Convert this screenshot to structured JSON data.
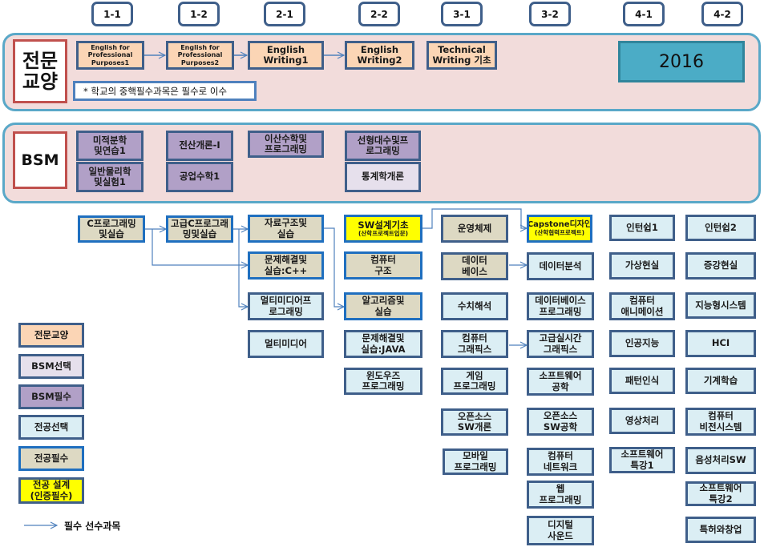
{
  "semesters": [
    "1-1",
    "1-2",
    "2-1",
    "2-2",
    "3-1",
    "3-2",
    "4-1",
    "4-2"
  ],
  "general_band": {
    "label": "전문\n교양",
    "courses": [
      {
        "line1": "English for",
        "line2": "Professional",
        "line3": "Purposes1"
      },
      {
        "line1": "English for",
        "line2": "Professional",
        "line3": "Purposes2"
      },
      {
        "line1": "English",
        "line2": "Writing1"
      },
      {
        "line1": "English",
        "line2": "Writing2"
      },
      {
        "line1": "Technical",
        "line2": "Writing 기초"
      }
    ],
    "note": "* 학교의 중핵필수과목은 필수로 이수",
    "year": "2016"
  },
  "bsm_band": {
    "label": "BSM",
    "courses": [
      {
        "line1": "미적분학",
        "line2": "및연습1",
        "type": "BSM필수"
      },
      {
        "line1": "일반물리학",
        "line2": "및실험1",
        "type": "BSM필수"
      },
      {
        "line1": "전산개론-I",
        "line2": "",
        "type": "BSM필수"
      },
      {
        "line1": "공업수학1",
        "line2": "",
        "type": "BSM필수"
      },
      {
        "line1": "이산수학및",
        "line2": "프로그래밍",
        "type": "BSM필수"
      },
      {
        "line1": "선형대수및프",
        "line2": "로그래밍",
        "type": "BSM필수"
      },
      {
        "line1": "통계학개론",
        "line2": "",
        "type": "BSM선택"
      }
    ]
  },
  "major_courses": {
    "c11": [
      {
        "line1": "C프로그래밍",
        "line2": "및실습",
        "type": "전공필수"
      }
    ],
    "c12": [
      {
        "line1": "고급C프로그래",
        "line2": "밍및실습",
        "type": "전공필수"
      }
    ],
    "c21": [
      {
        "line1": "자료구조및",
        "line2": "실습",
        "type": "전공필수"
      },
      {
        "line1": "문제해결및",
        "line2": "실습:C++",
        "type": "전공필수"
      },
      {
        "line1": "멀티미디어프",
        "line2": "로그래밍",
        "type": "전공선택"
      },
      {
        "line1": "멀티미디어",
        "line2": "",
        "type": "전공선택"
      }
    ],
    "c22": [
      {
        "line1": "SW설계기초",
        "line2": "(산학프로젝트입문)",
        "type": "전공 설계"
      },
      {
        "line1": "컴퓨터",
        "line2": "구조",
        "type": "전공필수"
      },
      {
        "line1": "알고리즘및",
        "line2": "실습",
        "type": "전공필수"
      },
      {
        "line1": "문제해결및",
        "line2": "실습:JAVA",
        "type": "전공선택"
      },
      {
        "line1": "윈도우즈",
        "line2": "프로그래밍",
        "type": "전공선택"
      }
    ],
    "c31": [
      {
        "line1": "운영체제",
        "line2": "",
        "type": "전공필수"
      },
      {
        "line1": "데이터",
        "line2": "베이스",
        "type": "전공필수"
      },
      {
        "line1": "수치해석",
        "line2": "",
        "type": "전공선택"
      },
      {
        "line1": "컴퓨터",
        "line2": "그래픽스",
        "type": "전공선택"
      },
      {
        "line1": "게임",
        "line2": "프로그래밍",
        "type": "전공선택"
      },
      {
        "line1": "오픈소스",
        "line2": "SW개론",
        "type": "전공선택"
      },
      {
        "line1": "모바일",
        "line2": "프로그래밍",
        "type": "전공선택"
      }
    ],
    "c32": [
      {
        "line1": "Capstone디자인",
        "line2": "(산학협력프로젝트)",
        "type": "전공 설계"
      },
      {
        "line1": "데이터분석",
        "line2": "",
        "type": "전공선택"
      },
      {
        "line1": "데이터베이스",
        "line2": "프로그래밍",
        "type": "전공선택"
      },
      {
        "line1": "고급실시간",
        "line2": "그래픽스",
        "type": "전공선택"
      },
      {
        "line1": "소프트웨어",
        "line2": "공학",
        "type": "전공선택"
      },
      {
        "line1": "오픈소스",
        "line2": "SW공학",
        "type": "전공선택"
      },
      {
        "line1": "컴퓨터",
        "line2": "네트워크",
        "type": "전공선택"
      },
      {
        "line1": "웹",
        "line2": "프로그래밍",
        "type": "전공선택"
      },
      {
        "line1": "디지털",
        "line2": "사운드",
        "type": "전공선택"
      }
    ],
    "c41": [
      {
        "line1": "인턴쉽1",
        "line2": "",
        "type": "전공선택"
      },
      {
        "line1": "가상현실",
        "line2": "",
        "type": "전공선택"
      },
      {
        "line1": "컴퓨터",
        "line2": "애니메이션",
        "type": "전공선택"
      },
      {
        "line1": "인공지능",
        "line2": "",
        "type": "전공선택"
      },
      {
        "line1": "패턴인식",
        "line2": "",
        "type": "전공선택"
      },
      {
        "line1": "영상처리",
        "line2": "",
        "type": "전공선택"
      },
      {
        "line1": "소프트웨어",
        "line2": "특강1",
        "type": "전공선택"
      }
    ],
    "c42": [
      {
        "line1": "인턴쉽2",
        "line2": "",
        "type": "전공선택"
      },
      {
        "line1": "증강현실",
        "line2": "",
        "type": "전공선택"
      },
      {
        "line1": "지능형시스템",
        "line2": "",
        "type": "전공선택"
      },
      {
        "line1": "HCI",
        "line2": "",
        "type": "전공선택"
      },
      {
        "line1": "기계학습",
        "line2": "",
        "type": "전공선택"
      },
      {
        "line1": "컴퓨터",
        "line2": "비전시스템",
        "type": "전공선택"
      },
      {
        "line1": "음성처리SW",
        "line2": "",
        "type": "전공선택"
      },
      {
        "line1": "소프트웨어",
        "line2": "특강2",
        "type": "전공선택"
      },
      {
        "line1": "특허와창업",
        "line2": "",
        "type": "전공선택"
      }
    ]
  },
  "legend": {
    "items": [
      {
        "line1": "전문교양",
        "line2": "",
        "color": "#fbd5b5"
      },
      {
        "line1": "BSM선택",
        "line2": "",
        "color": "#e6e0ec"
      },
      {
        "line1": "BSM필수",
        "line2": "",
        "color": "#b1a0c7"
      },
      {
        "line1": "전공선택",
        "line2": "",
        "color": "#dbeef4"
      },
      {
        "line1": "전공필수",
        "line2": "",
        "color": "#ddd9c3"
      },
      {
        "line1": "전공 설계",
        "line2": "(인증필수)",
        "color": "#ffff00"
      }
    ],
    "arrow_label": "필수 선수과목"
  },
  "colors": {
    "band_fill": "#f2dcdb",
    "band_border": "#5aa8c8",
    "label_border": "#c0504d",
    "year_fill": "#4bacc6",
    "arrow": "#4f81bd"
  }
}
